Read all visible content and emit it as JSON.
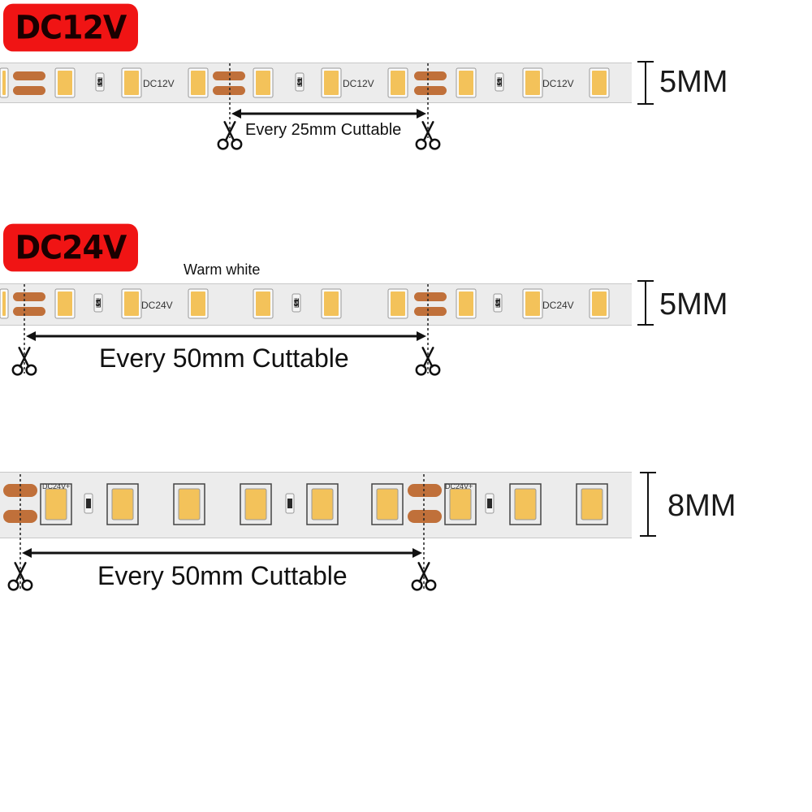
{
  "sections": [
    {
      "voltage_label": "DC12V",
      "pcb_label": "DC12V",
      "width_label": "5MM",
      "cut_label": "Every 25mm Cuttable",
      "resistor_code": "151"
    },
    {
      "voltage_label": "DC24V",
      "pcb_label": "DC24V",
      "width_label": "5MM",
      "cut_label": "Every 50mm Cuttable",
      "resistor_code": "151",
      "note": "Warm white"
    },
    {
      "pcb_label": "DC24V+",
      "width_label": "8MM",
      "cut_label": "Every 50mm Cuttable"
    }
  ],
  "icons": [
    "scissors-icon",
    "width-bracket-icon",
    "dimension-arrow-icon"
  ],
  "colors": {
    "badge": "#f01414",
    "strip": "#ececec",
    "pad": "#c0703a",
    "led": "#f3c25a"
  }
}
